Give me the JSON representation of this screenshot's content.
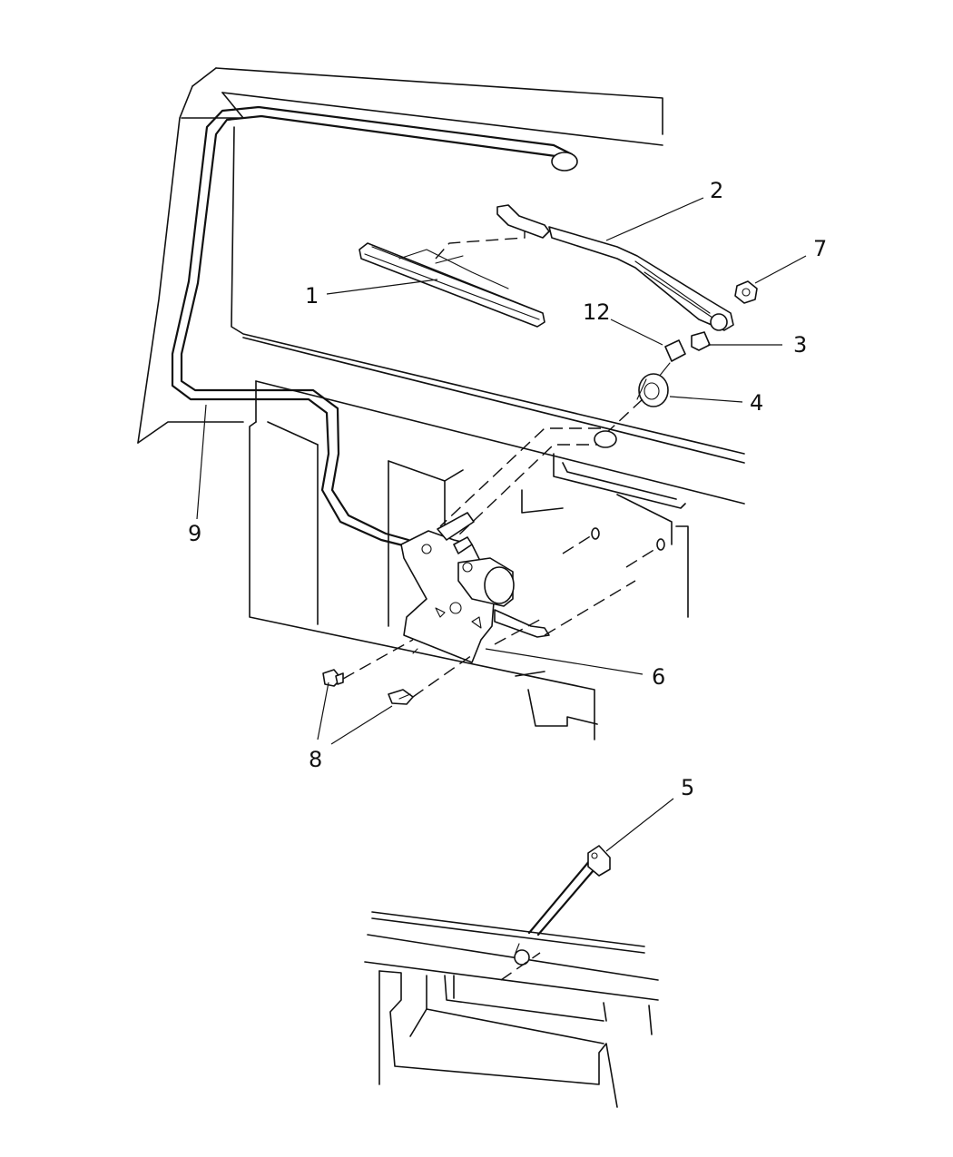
{
  "callouts": [
    {
      "id": "1",
      "label": "1"
    },
    {
      "id": "2",
      "label": "2"
    },
    {
      "id": "3",
      "label": "3"
    },
    {
      "id": "4",
      "label": "4"
    },
    {
      "id": "5",
      "label": "5"
    },
    {
      "id": "6",
      "label": "6"
    },
    {
      "id": "7",
      "label": "7"
    },
    {
      "id": "8",
      "label": "8"
    },
    {
      "id": "9",
      "label": "9"
    },
    {
      "id": "12",
      "label": "12"
    }
  ],
  "colors": {
    "line": "#111111",
    "background": "#ffffff"
  }
}
